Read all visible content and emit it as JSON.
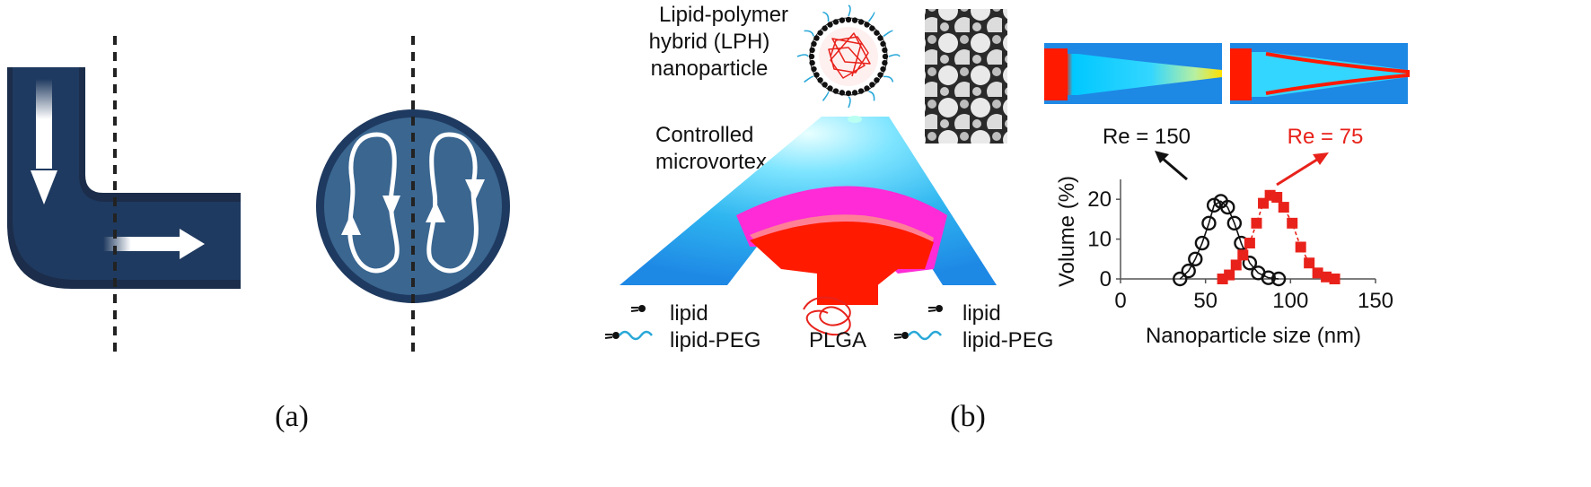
{
  "colors": {
    "channel_dark": "#1f3a60",
    "channel_light": "#3a6690",
    "vortex_red": "#ff1a00",
    "vortex_magenta": "#ff2bd6",
    "vortex_blue": "#1e88e5",
    "re75_red": "#e8221b",
    "re150_black": "#111111"
  },
  "panel_a": {
    "caption": "(a)",
    "icons": [
      "elbow-channel-icon",
      "secondary-flow-cross-section-icon"
    ]
  },
  "panel_b": {
    "caption": "(b)",
    "lph_label_line1": "Lipid-polymer",
    "lph_label_line2": "hybrid (LPH)",
    "lph_label_line3": "nanoparticle",
    "vortex_label_line1": "Controlled",
    "vortex_label_line2": "microvortex",
    "legend_left": {
      "lipid": "lipid",
      "lipid_peg": "lipid-PEG"
    },
    "legend_center": {
      "plga": "PLGA"
    },
    "legend_right": {
      "lipid": "lipid",
      "lipid_peg": "lipid-PEG"
    },
    "re150_label": "Re = 150",
    "re75_label": "Re = 75"
  },
  "chart_data": {
    "type": "line",
    "xlabel": "Nanoparticle size (nm)",
    "ylabel": "Volume (%)",
    "xlim": [
      0,
      150
    ],
    "ylim": [
      0,
      25
    ],
    "xticks": [
      "0",
      "50",
      "100",
      "150"
    ],
    "yticks": [
      "0",
      "10",
      "20"
    ],
    "grid": false,
    "series": [
      {
        "name": "Re = 150",
        "marker": "open-circle",
        "color": "#111111",
        "x": [
          35,
          40,
          44,
          48,
          52,
          55,
          59,
          63,
          67,
          71,
          76,
          81,
          87,
          93
        ],
        "y": [
          0,
          2,
          5,
          9,
          14,
          18.5,
          19.5,
          18,
          14,
          9,
          4,
          1.5,
          0.3,
          0
        ]
      },
      {
        "name": "Re = 75",
        "marker": "filled-square",
        "color": "#e8221b",
        "x": [
          60,
          64,
          68,
          72,
          76,
          80,
          84,
          88,
          92,
          96,
          101,
          106,
          111,
          116,
          121,
          126
        ],
        "y": [
          0,
          1,
          3.5,
          6,
          9,
          14,
          19,
          21,
          20.5,
          18,
          14,
          8,
          4,
          1.5,
          0.5,
          0
        ]
      }
    ]
  }
}
